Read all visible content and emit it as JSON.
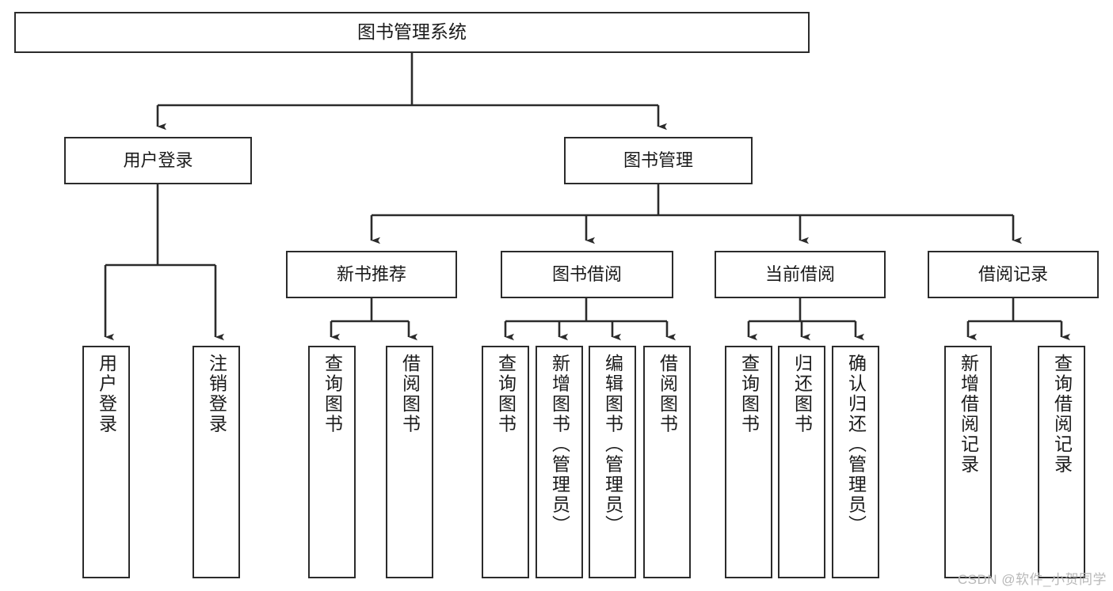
{
  "diagram": {
    "title": "图书管理系统",
    "watermark": "CSDN @软件_小贺同学",
    "colors": {
      "stroke": "#2b2b2b",
      "fill": "#ffffff",
      "text": "#1b1b1b",
      "watermark": "#b8b8b8"
    },
    "nodes": {
      "root": {
        "label": "图书管理系统"
      },
      "level2": [
        {
          "label": "用户登录"
        },
        {
          "label": "图书管理"
        }
      ],
      "level3": [
        {
          "label": "新书推荐"
        },
        {
          "label": "图书借阅"
        },
        {
          "label": "当前借阅"
        },
        {
          "label": "借阅记录"
        }
      ],
      "leaves": {
        "user_login": [
          {
            "label": "用户登录"
          },
          {
            "label": "注销登录"
          }
        ],
        "new_book": [
          {
            "label": "查询图书"
          },
          {
            "label": "借阅图书"
          }
        ],
        "book_borrow": [
          {
            "label": "查询图书"
          },
          {
            "label": "新增图书（管理员）"
          },
          {
            "label": "编辑图书（管理员）"
          },
          {
            "label": "借阅图书"
          }
        ],
        "current_borrow": [
          {
            "label": "查询图书"
          },
          {
            "label": "归还图书"
          },
          {
            "label": "确认归还（管理员）"
          }
        ],
        "borrow_record": [
          {
            "label": "新增借阅记录"
          },
          {
            "label": "查询借阅记录"
          }
        ]
      }
    }
  }
}
